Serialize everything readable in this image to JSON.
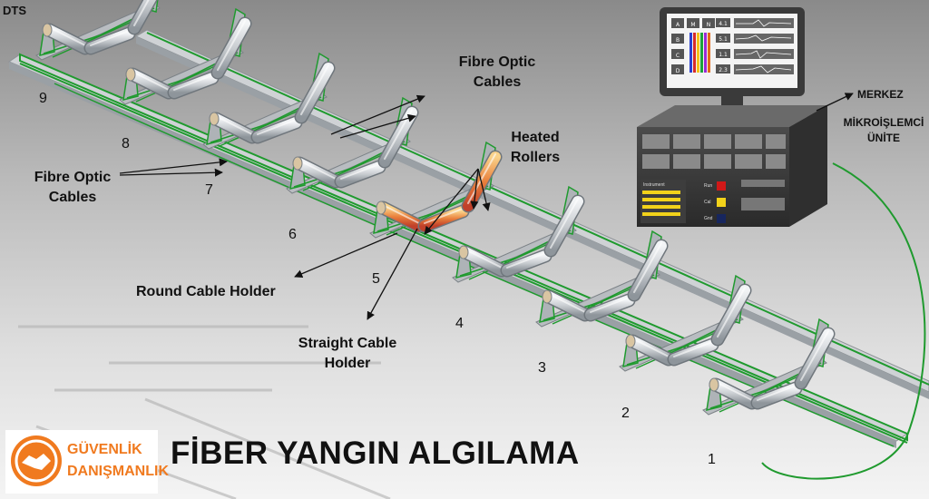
{
  "corner_label": "DTS",
  "labels": {
    "fibre_optic_top": "Fibre Optic Cables",
    "fibre_optic_left": "Fibre Optic Cables",
    "heated_rollers": "Heated Rollers",
    "round_cable_holder": "Round Cable Holder",
    "straight_cable_holder": "Straight Cable Holder"
  },
  "merkez": "MERKEZ",
  "mikroislemci": "MİKROİŞLEMCİ ÜNİTE",
  "idler_numbers": [
    "1",
    "2",
    "3",
    "4",
    "5",
    "6",
    "7",
    "8",
    "9"
  ],
  "monitor": {
    "letters": [
      "A",
      "M",
      "N",
      "B",
      "C",
      "D"
    ],
    "values": [
      "4.1",
      "5.1",
      "1.1",
      "2.3"
    ]
  },
  "controller": {
    "panel_label": "Instrument",
    "indicators": [
      "Run",
      "Cal",
      "Gnd"
    ]
  },
  "logo": {
    "line1": "GÜVENLİK",
    "line2": "DANIŞMANLIK"
  },
  "title": "FİBER YANGIN ALGILAMA",
  "colors": {
    "frame": "#c3c6c9",
    "cable": "#1f9a2e",
    "heated": "#e0703a",
    "logo": "#f07a1f"
  }
}
